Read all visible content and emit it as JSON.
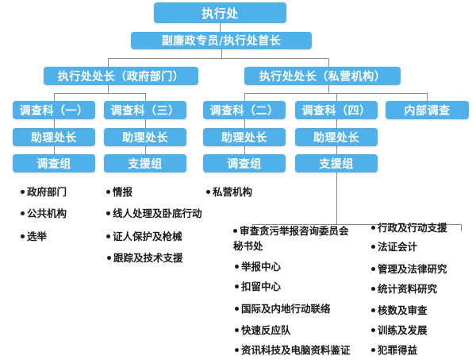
{
  "title": "执行处",
  "deputy": "副廉政专员/执行处首长",
  "branches": [
    {
      "label": "执行处处长（政府部门）"
    },
    {
      "label": "执行处处长（私营机构）"
    }
  ],
  "sections": [
    {
      "label": "调查科（一）",
      "assistant": "助理处长",
      "group": "调查组"
    },
    {
      "label": "调查科（三）",
      "assistant": "助理处长",
      "group": "支援组"
    },
    {
      "label": "调查科（二）",
      "assistant": "助理处长",
      "group": "调查组"
    },
    {
      "label": "调查科（四）",
      "assistant": "助理处长",
      "group": "支援组"
    },
    {
      "label": "内部调查"
    }
  ],
  "lists": {
    "section1": [
      "政府部门",
      "公共机构",
      "选举"
    ],
    "section3": [
      "情报",
      "线人处理及卧底行动",
      "证人保护及枪械",
      "跟踪及技术支援"
    ],
    "section2": [
      "私营机构"
    ],
    "section4_left": [
      "审查贪污举报咨询委员会秘书处",
      "举报中心",
      "扣留中心",
      "国际及内地行动联络",
      "快速反应队",
      "资讯科技及电脑资料鉴证"
    ],
    "section4_right": [
      "行政及行动支援",
      "法证会计",
      "管理及法律研究",
      "统计资料研究",
      "核数及审查",
      "训练及发展",
      "犯罪得益"
    ]
  },
  "colors": {
    "box": "#4fb0ea",
    "box_text": "#ffffff",
    "line": "#8a8a8a",
    "text": "#1a1a1a"
  }
}
